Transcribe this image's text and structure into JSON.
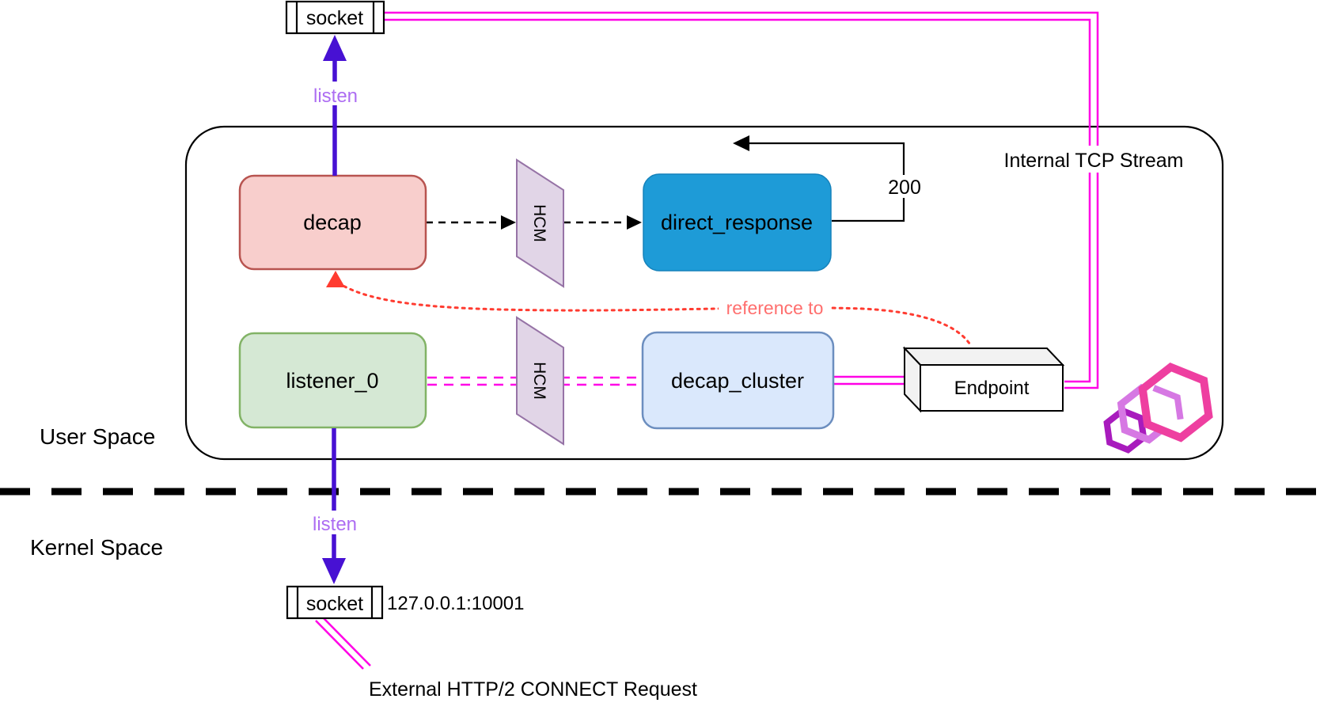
{
  "diagram": {
    "regions": {
      "user_space": "User Space",
      "kernel_space": "Kernel Space"
    },
    "nodes": {
      "socket_top": {
        "label": "socket"
      },
      "socket_bottom": {
        "label": "socket",
        "address": "127.0.0.1:10001"
      },
      "decap": {
        "label": "decap",
        "fill": "#f8cecc",
        "stroke": "#b85450"
      },
      "listener_0": {
        "label": "listener_0",
        "fill": "#d5e8d4",
        "stroke": "#82b366"
      },
      "hcm_top": {
        "label": "HCM",
        "fill": "#e1d5e7",
        "stroke": "#9673a6"
      },
      "hcm_bottom": {
        "label": "HCM",
        "fill": "#e1d5e7",
        "stroke": "#9673a6"
      },
      "direct_response": {
        "label": "direct_response",
        "fill": "#1e9bd7",
        "stroke": "#1582bb"
      },
      "decap_cluster": {
        "label": "decap_cluster",
        "fill": "#dae8fc",
        "stroke": "#6c8ebf"
      },
      "endpoint": {
        "label": "Endpoint"
      }
    },
    "edges": {
      "listen_top": "listen",
      "listen_bottom": "listen",
      "response_code": "200",
      "internal_tcp_stream": "Internal TCP Stream",
      "reference_to": "reference to",
      "external_request": "External HTTP/2 CONNECT Request"
    },
    "colors": {
      "stream_magenta": "#ff00e6",
      "arrow_purple": "#4711d3",
      "listen_label_purple": "#ad6df2",
      "reference_line_red": "#ff3b30",
      "reference_text_salmon": "#ff6f6e",
      "divider_black": "#000000",
      "envoy_pink": "#ee3fa0",
      "envoy_orchid": "#d678e3",
      "envoy_purple": "#a81bbd"
    }
  }
}
